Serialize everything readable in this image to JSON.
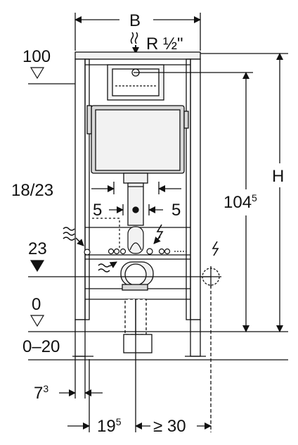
{
  "labels": {
    "B": "B",
    "R": "R ½\"",
    "H": "H",
    "l100": "100",
    "l23": "23",
    "l0": "0",
    "l0_20": "0–20",
    "l18_23": "18/23",
    "l5a": "5",
    "l5b": "5",
    "l104": "104",
    "l104sup": "5",
    "l7": "7",
    "l7sup": "3",
    "l19": "19",
    "l19sup": "5",
    "ge30": "≥ 30"
  },
  "colors": {
    "line": "#111111",
    "fill_light": "#f2f2f2",
    "fill_mid": "#d9d9d9"
  },
  "icons": [
    "water-supply-icon",
    "flush-wave-icon",
    "electric-bolt-icon",
    "socket-icon",
    "level-triangle-icon"
  ]
}
